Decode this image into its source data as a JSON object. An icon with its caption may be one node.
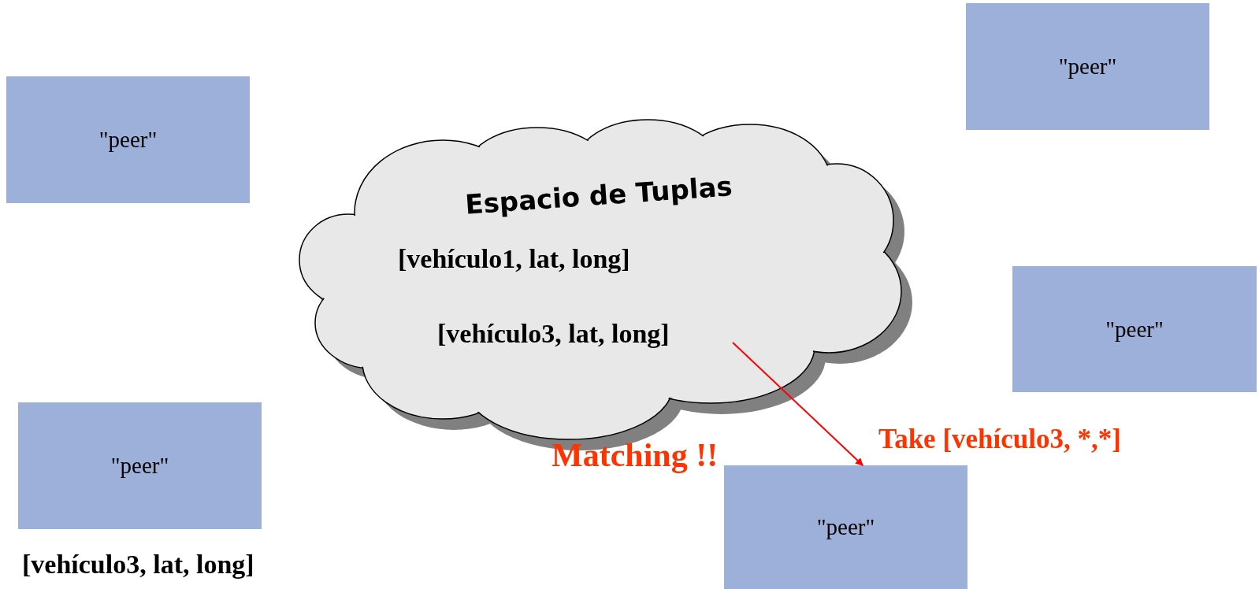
{
  "diagram": {
    "nodes": [
      {
        "text": [
          "\"peer\""
        ]
      },
      {
        "text": [
          "\"peer\""
        ]
      },
      {
        "text": [
          "Espacio de Tuplas",
          "[vehículo1, lat, long]"
        ]
      },
      {
        "text": [
          "[vehículo3, lat, long]"
        ],
        "in": 2
      },
      {
        "text": [
          "\"peer\""
        ]
      },
      {
        "text": [
          "\"peer\""
        ]
      },
      {
        "text": [
          "\"peer\""
        ]
      }
    ],
    "edges": [
      {
        "from": 3,
        "to": 6,
        "arrow": "to",
        "color": "#ff0000"
      }
    ],
    "labels": [
      "Take [vehículo3, *,*]",
      "Matching !!",
      "[vehículo3, lat, long]"
    ]
  }
}
